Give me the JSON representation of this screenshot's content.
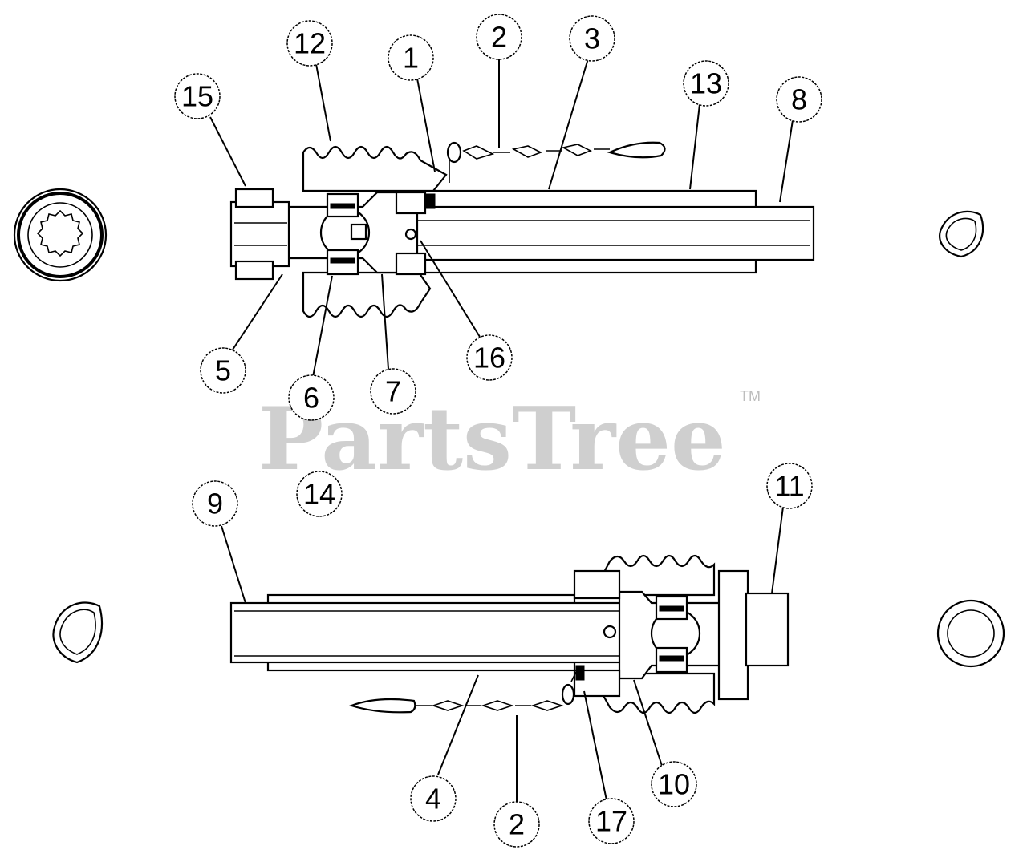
{
  "watermark": {
    "text": "PartsTree",
    "tm": "TM"
  },
  "callouts": [
    {
      "label": "1"
    },
    {
      "label": "2"
    },
    {
      "label": "3"
    },
    {
      "label": "12"
    },
    {
      "label": "15"
    },
    {
      "label": "13"
    },
    {
      "label": "8"
    },
    {
      "label": "5"
    },
    {
      "label": "6"
    },
    {
      "label": "7"
    },
    {
      "label": "16"
    },
    {
      "label": "14"
    },
    {
      "label": "9"
    },
    {
      "label": "11"
    },
    {
      "label": "4"
    },
    {
      "label": "2"
    },
    {
      "label": "17"
    },
    {
      "label": "10"
    }
  ]
}
